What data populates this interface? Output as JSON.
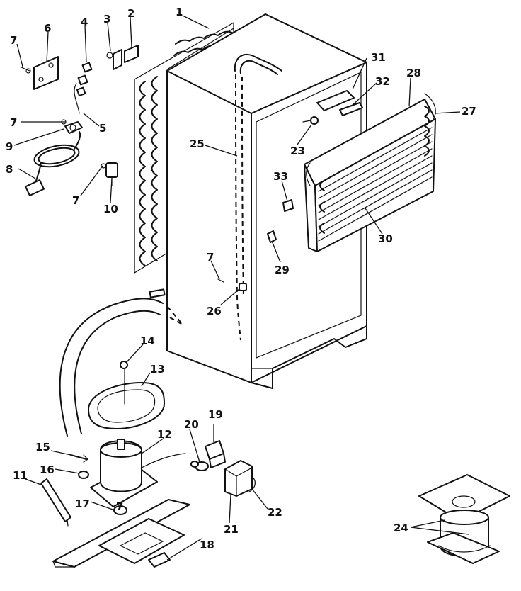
{
  "callouts": [
    {
      "id": "c1",
      "label": "1"
    },
    {
      "id": "c2",
      "label": "2"
    },
    {
      "id": "c3",
      "label": "3"
    },
    {
      "id": "c4",
      "label": "4"
    },
    {
      "id": "c5",
      "label": "5"
    },
    {
      "id": "c6",
      "label": "6"
    },
    {
      "id": "c7a",
      "label": "7"
    },
    {
      "id": "c7b",
      "label": "7"
    },
    {
      "id": "c7c",
      "label": "7"
    },
    {
      "id": "c7d",
      "label": "7"
    },
    {
      "id": "c7e",
      "label": "7"
    },
    {
      "id": "c8",
      "label": "8"
    },
    {
      "id": "c9",
      "label": "9"
    },
    {
      "id": "c10",
      "label": "10"
    },
    {
      "id": "c11",
      "label": "11"
    },
    {
      "id": "c12",
      "label": "12"
    },
    {
      "id": "c13",
      "label": "13"
    },
    {
      "id": "c14",
      "label": "14"
    },
    {
      "id": "c15",
      "label": "15"
    },
    {
      "id": "c16",
      "label": "16"
    },
    {
      "id": "c17",
      "label": "17"
    },
    {
      "id": "c18",
      "label": "18"
    },
    {
      "id": "c19",
      "label": "19"
    },
    {
      "id": "c20",
      "label": "20"
    },
    {
      "id": "c21",
      "label": "21"
    },
    {
      "id": "c22",
      "label": "22"
    },
    {
      "id": "c23",
      "label": "23"
    },
    {
      "id": "c24",
      "label": "24"
    },
    {
      "id": "c25",
      "label": "25"
    },
    {
      "id": "c26",
      "label": "26"
    },
    {
      "id": "c27",
      "label": "27"
    },
    {
      "id": "c28",
      "label": "28"
    },
    {
      "id": "c29",
      "label": "29"
    },
    {
      "id": "c30",
      "label": "30"
    },
    {
      "id": "c31",
      "label": "31"
    },
    {
      "id": "c32",
      "label": "32"
    },
    {
      "id": "c33",
      "label": "33"
    }
  ]
}
